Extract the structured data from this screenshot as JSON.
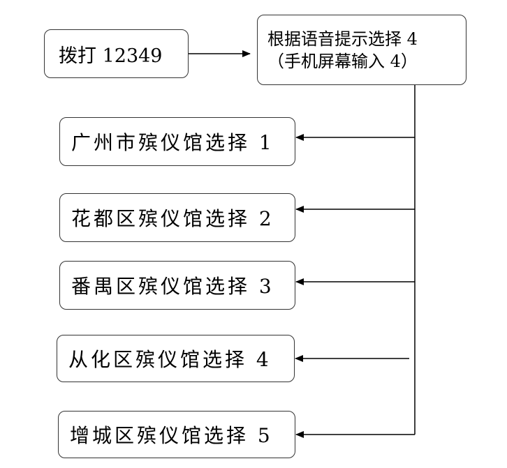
{
  "diagram": {
    "start": {
      "label": "拨打 12349"
    },
    "prompt": {
      "line1": "根据语音提示选择 4",
      "line2": "（手机屏幕输入 4）"
    },
    "options": [
      {
        "label": "广州市殡仪馆选择 1"
      },
      {
        "label": "花都区殡仪馆选择 2"
      },
      {
        "label": "番禺区殡仪馆选择 3"
      },
      {
        "label": "从化区殡仪馆选择 4"
      },
      {
        "label": "增城区殡仪馆选择 5"
      }
    ]
  },
  "colors": {
    "line": "#000000",
    "border": "#333333",
    "background": "#ffffff"
  }
}
